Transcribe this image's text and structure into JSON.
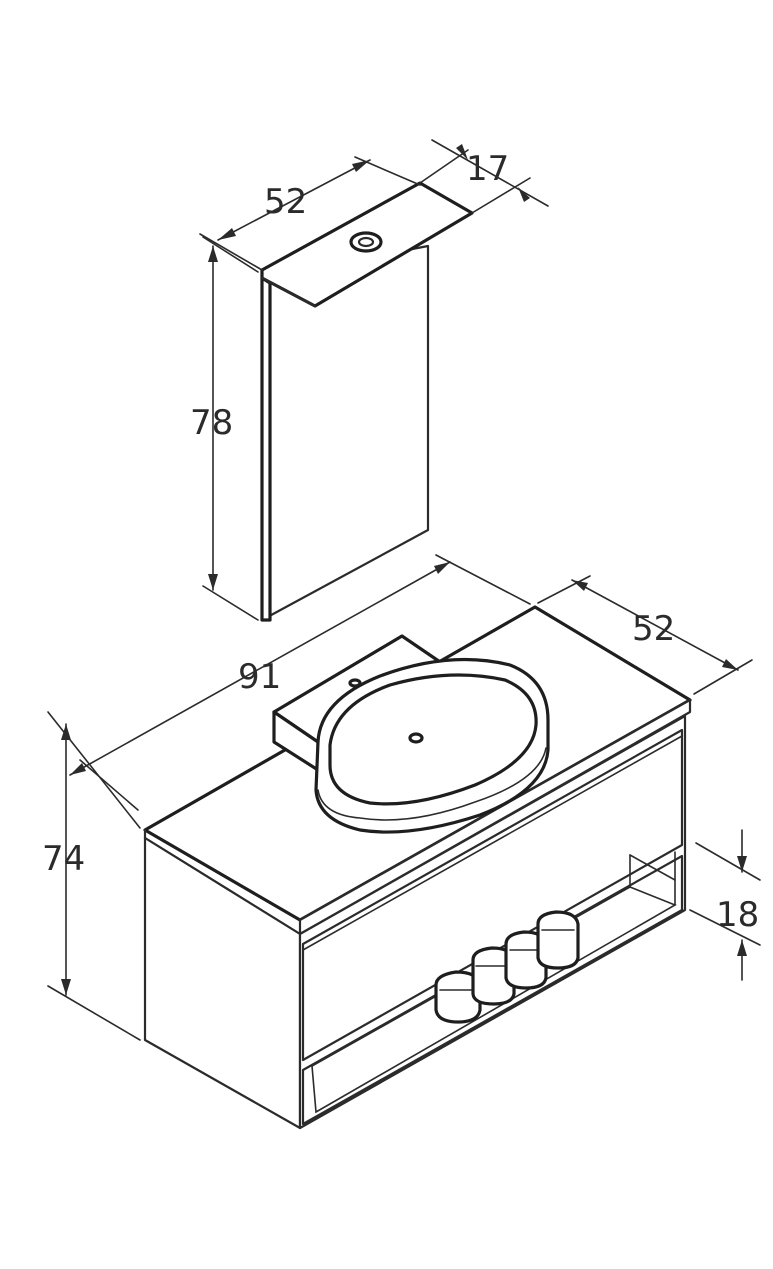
{
  "dimensions": {
    "mirror_width": "52",
    "mirror_depth": "17",
    "mirror_height": "78",
    "cabinet_width": "91",
    "cabinet_depth": "52",
    "cabinet_height": "74",
    "shelf_height": "18"
  },
  "colors": {
    "line": "#2b2b2b",
    "background": "#ffffff"
  }
}
